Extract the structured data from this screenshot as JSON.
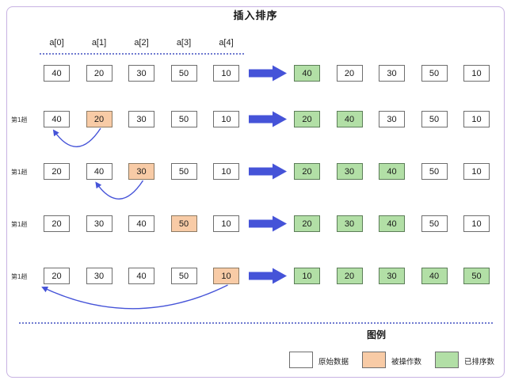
{
  "title": "插入排序",
  "headers": [
    "a[0]",
    "a[1]",
    "a[2]",
    "a[3]",
    "a[4]"
  ],
  "colors": {
    "arrow_blue": "#4553d8",
    "dotted_line": "#707bd0",
    "frame_border": "#c7b2e2",
    "fill_original": "#ffffff",
    "fill_operated": "#f8cba6",
    "fill_sorted": "#b2dfa6"
  },
  "rows": [
    {
      "label": "",
      "left": [
        {
          "v": "40",
          "state": "original"
        },
        {
          "v": "20",
          "state": "original"
        },
        {
          "v": "30",
          "state": "original"
        },
        {
          "v": "50",
          "state": "original"
        },
        {
          "v": "10",
          "state": "original"
        }
      ],
      "right": [
        {
          "v": "40",
          "state": "sorted"
        },
        {
          "v": "20",
          "state": "original"
        },
        {
          "v": "30",
          "state": "original"
        },
        {
          "v": "50",
          "state": "original"
        },
        {
          "v": "10",
          "state": "original"
        }
      ],
      "arc": null
    },
    {
      "label": "第1趟",
      "left": [
        {
          "v": "40",
          "state": "original"
        },
        {
          "v": "20",
          "state": "operated"
        },
        {
          "v": "30",
          "state": "original"
        },
        {
          "v": "50",
          "state": "original"
        },
        {
          "v": "10",
          "state": "original"
        }
      ],
      "right": [
        {
          "v": "20",
          "state": "sorted"
        },
        {
          "v": "40",
          "state": "sorted"
        },
        {
          "v": "30",
          "state": "original"
        },
        {
          "v": "50",
          "state": "original"
        },
        {
          "v": "10",
          "state": "original"
        }
      ],
      "arc": {
        "from": 1,
        "to": 0
      }
    },
    {
      "label": "第1趟",
      "left": [
        {
          "v": "20",
          "state": "original"
        },
        {
          "v": "40",
          "state": "original"
        },
        {
          "v": "30",
          "state": "operated"
        },
        {
          "v": "50",
          "state": "original"
        },
        {
          "v": "10",
          "state": "original"
        }
      ],
      "right": [
        {
          "v": "20",
          "state": "sorted"
        },
        {
          "v": "30",
          "state": "sorted"
        },
        {
          "v": "40",
          "state": "sorted"
        },
        {
          "v": "50",
          "state": "original"
        },
        {
          "v": "10",
          "state": "original"
        }
      ],
      "arc": {
        "from": 2,
        "to": 1
      }
    },
    {
      "label": "第1趟",
      "left": [
        {
          "v": "20",
          "state": "original"
        },
        {
          "v": "30",
          "state": "original"
        },
        {
          "v": "40",
          "state": "original"
        },
        {
          "v": "50",
          "state": "operated"
        },
        {
          "v": "10",
          "state": "original"
        }
      ],
      "right": [
        {
          "v": "20",
          "state": "sorted"
        },
        {
          "v": "30",
          "state": "sorted"
        },
        {
          "v": "40",
          "state": "sorted"
        },
        {
          "v": "50",
          "state": "original"
        },
        {
          "v": "10",
          "state": "original"
        }
      ],
      "arc": null
    },
    {
      "label": "第1趟",
      "left": [
        {
          "v": "20",
          "state": "original"
        },
        {
          "v": "30",
          "state": "original"
        },
        {
          "v": "40",
          "state": "original"
        },
        {
          "v": "50",
          "state": "original"
        },
        {
          "v": "10",
          "state": "operated"
        }
      ],
      "right": [
        {
          "v": "10",
          "state": "sorted"
        },
        {
          "v": "20",
          "state": "sorted"
        },
        {
          "v": "30",
          "state": "sorted"
        },
        {
          "v": "40",
          "state": "sorted"
        },
        {
          "v": "50",
          "state": "sorted"
        }
      ],
      "arc": {
        "from": 4,
        "to": 0
      }
    }
  ],
  "legend": {
    "title": "图例",
    "items": [
      {
        "label": "原始数据",
        "state": "original"
      },
      {
        "label": "被操作数",
        "state": "operated"
      },
      {
        "label": "已排序数",
        "state": "sorted"
      }
    ]
  }
}
